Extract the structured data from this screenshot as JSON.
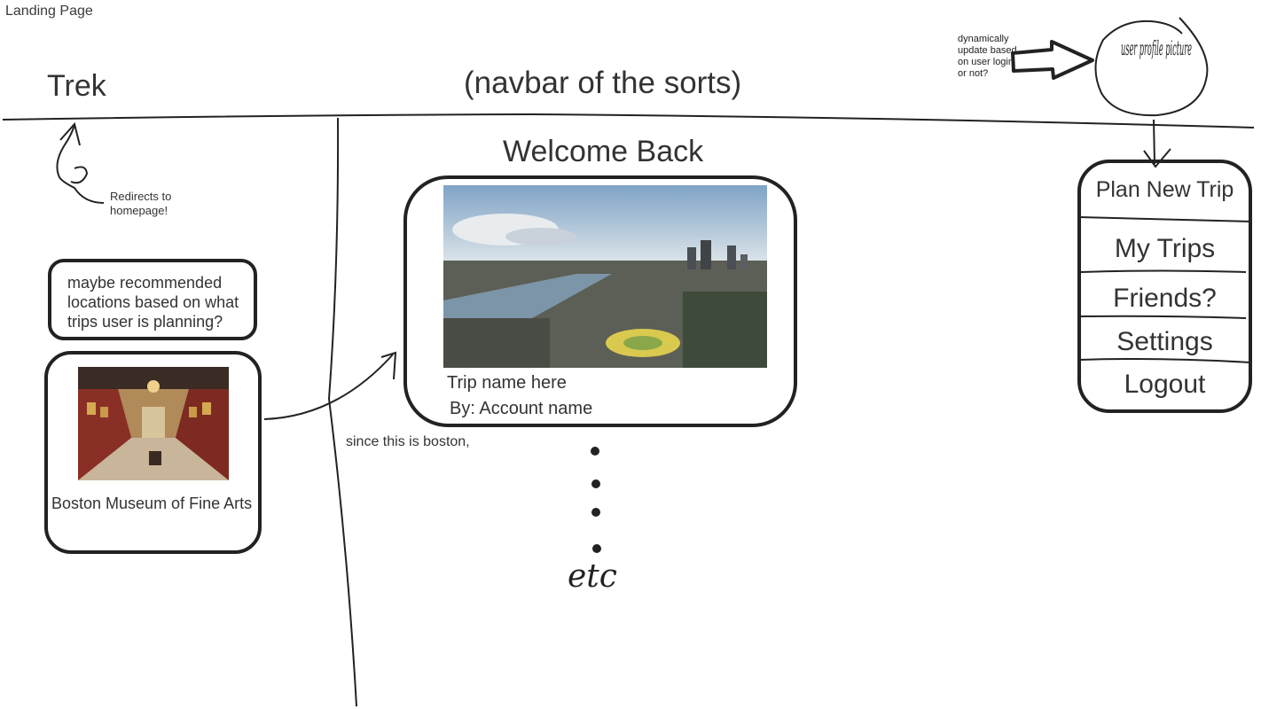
{
  "page_label": "Landing Page",
  "navbar": {
    "brand": "Trek",
    "note": "(navbar of the sorts)",
    "dynamic_note": "dynamically update based on user login or not?",
    "profile_label": "user profile picture"
  },
  "redirect_note": "Redirects to homepage!",
  "recommendations": {
    "note": "maybe recommended locations based on what trips user is planning?",
    "card": {
      "name": "Boston Museum of Fine Arts"
    }
  },
  "main": {
    "welcome": "Welcome Back",
    "trip_card": {
      "name": "Trip name here",
      "author": "By: Account name"
    },
    "since_note": "since this is boston,",
    "etc": "etc"
  },
  "menu": {
    "items": [
      "Plan New Trip",
      "My Trips",
      "Friends?",
      "Settings",
      "Logout"
    ]
  },
  "colors": {
    "ink": "#222222",
    "text": "#333333",
    "background": "#ffffff"
  }
}
